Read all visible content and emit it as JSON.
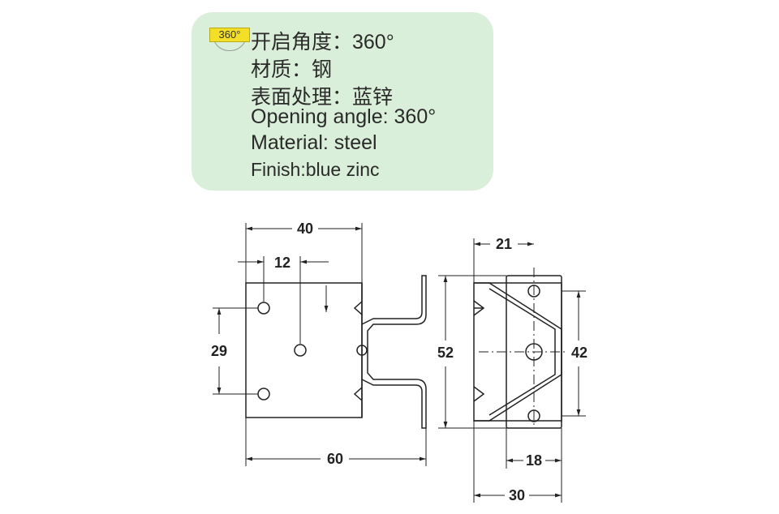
{
  "badge": {
    "label": "360°"
  },
  "spec_lines": [
    "开启角度：360°",
    "材质：钢",
    "表面处理：蓝锌",
    "Opening angle: 360°",
    "Material: steel",
    "Finish:blue zinc"
  ],
  "dimensions": {
    "d40": "40",
    "d12": "12",
    "d29": "29",
    "d60": "60",
    "d21": "21",
    "d52": "52",
    "d42": "42",
    "d18": "18",
    "d30": "30"
  },
  "colors": {
    "spec_bg": "#d9efd9",
    "badge": "#f3df28",
    "line": "#222222"
  }
}
